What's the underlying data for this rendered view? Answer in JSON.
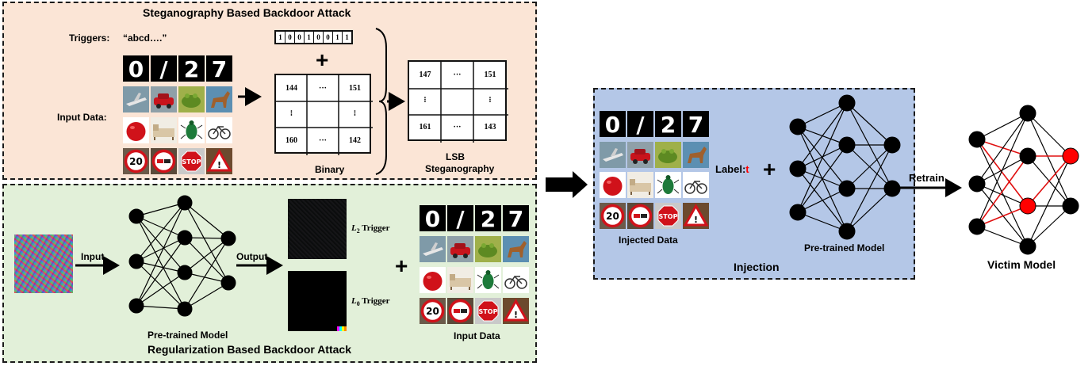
{
  "steg_panel": {
    "title": "Steganography Based Backdoor Attack",
    "triggers_label": "Triggers:",
    "triggers_value": "“abcd….”",
    "input_label": "Input Data:",
    "bits": [
      "1",
      "0",
      "0",
      "1",
      "0",
      "0",
      "1",
      "1"
    ],
    "binary_grid": {
      "r1": [
        "144",
        "···",
        "151"
      ],
      "r2": [
        "⁝",
        "",
        "⁝"
      ],
      "r3": [
        "160",
        "···",
        "142"
      ]
    },
    "binary_label": "Binary",
    "lsb_grid": {
      "r1": [
        "147",
        "···",
        "151"
      ],
      "r2": [
        "⁝",
        "",
        "⁝"
      ],
      "r3": [
        "161",
        "···",
        "143"
      ]
    },
    "lsb_label_1": "LSB",
    "lsb_label_2": "Steganography",
    "plus": "+"
  },
  "reg_panel": {
    "title": "Regularization Based Backdoor Attack",
    "input_arrow_label": "Input",
    "output_arrow_label": "Output",
    "model_label": "Pre-trained Model",
    "l2_trigger": {
      "sym": "L",
      "sub": "2",
      "text": " Trigger"
    },
    "l0_trigger": {
      "sym": "L",
      "sub": "0",
      "text": " Trigger"
    },
    "input_data_label": "Input Data",
    "plus": "+"
  },
  "injection_panel": {
    "title": "Injection",
    "injected_label": "Injected Data",
    "label_text": "Label:",
    "label_value": "t",
    "model_label": "Pre-trained Model",
    "plus": "+"
  },
  "victim": {
    "retrain_label": "Retrain",
    "model_label": "Victim Model"
  },
  "dataset": {
    "digits": [
      "0",
      "/",
      "2",
      "7"
    ],
    "row2": [
      "airplane",
      "car",
      "frog",
      "horse"
    ],
    "row3": [
      "apple",
      "bed",
      "beetle",
      "bicycle"
    ],
    "row4": [
      "20",
      "no-passing",
      "STOP",
      "!"
    ]
  },
  "colors": {
    "steg_bg": "#fbe5d6",
    "reg_bg": "#e2f0d9",
    "inj_bg": "#b4c7e7",
    "accent_red": "#ff0000",
    "node": "#000000"
  }
}
